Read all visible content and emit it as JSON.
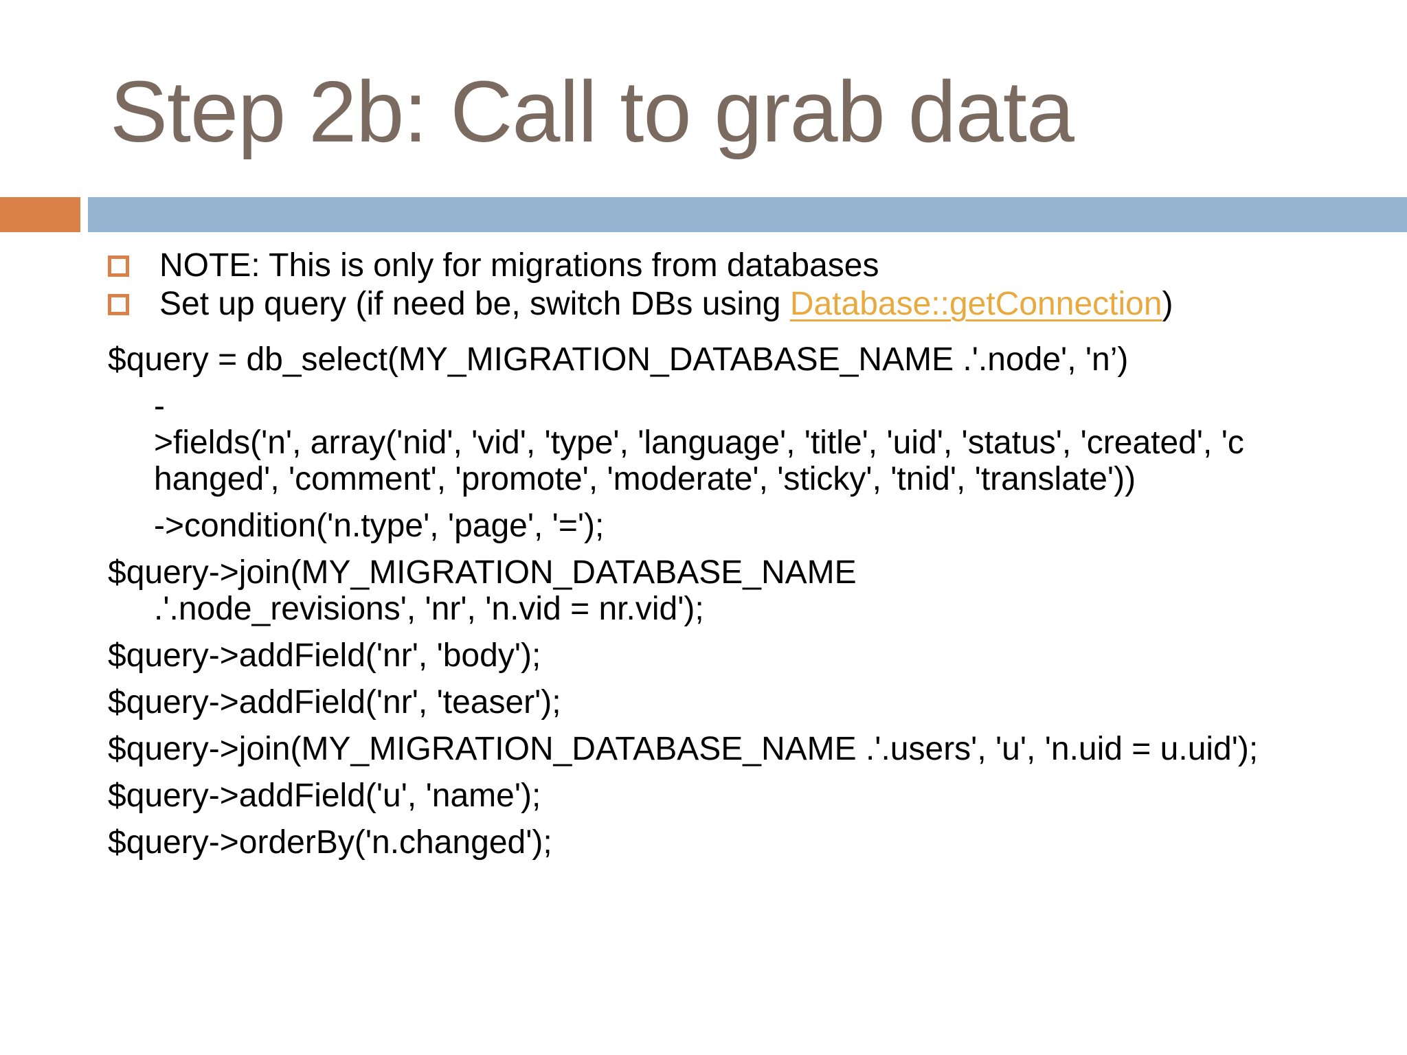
{
  "slide": {
    "title": "Step 2b: Call to grab data"
  },
  "colors": {
    "title_text": "#7A6A5F",
    "accent_orange": "#D98148",
    "band_blue": "#94B4D2",
    "link_orange": "#E8A93E",
    "body_text": "#000000"
  },
  "body": {
    "bullets": [
      {
        "text": "NOTE: This is only for migrations from databases"
      },
      {
        "prefix": "Set up query (if need be, switch DBs using ",
        "link_text": "Database::getConnection",
        "suffix": ")"
      }
    ],
    "code_lines": [
      {
        "indent": 0,
        "gap": "lg",
        "text": "$query = db_select(MY_MIGRATION_DATABASE_NAME .'.node', 'n’)"
      },
      {
        "indent": 1,
        "gap": "md",
        "text": "-"
      },
      {
        "indent": 1,
        "gap": "none",
        "text": ">fields('n', array('nid', 'vid', 'type', 'language', 'title', 'uid', 'status', 'created', 'c"
      },
      {
        "indent": 1,
        "gap": "none",
        "text": "hanged', 'comment', 'promote', 'moderate', 'sticky', 'tnid', 'translate'))"
      },
      {
        "indent": 1,
        "gap": "md",
        "text": "->condition('n.type', 'page', '=');"
      },
      {
        "indent": 0,
        "gap": "md",
        "text": "$query->join(MY_MIGRATION_DATABASE_NAME"
      },
      {
        "indent": 1,
        "gap": "none",
        "text": ".'.node_revisions', 'nr', 'n.vid = nr.vid');"
      },
      {
        "indent": 0,
        "gap": "md",
        "text": "$query->addField('nr', 'body');"
      },
      {
        "indent": 0,
        "gap": "md",
        "text": "$query->addField('nr', 'teaser');"
      },
      {
        "indent": 0,
        "gap": "md",
        "text": "$query->join(MY_MIGRATION_DATABASE_NAME .'.users', 'u', 'n.uid = u.uid');"
      },
      {
        "indent": 0,
        "gap": "md",
        "text": "$query->addField('u', 'name');"
      },
      {
        "indent": 0,
        "gap": "md",
        "text": "$query->orderBy('n.changed');"
      }
    ]
  }
}
